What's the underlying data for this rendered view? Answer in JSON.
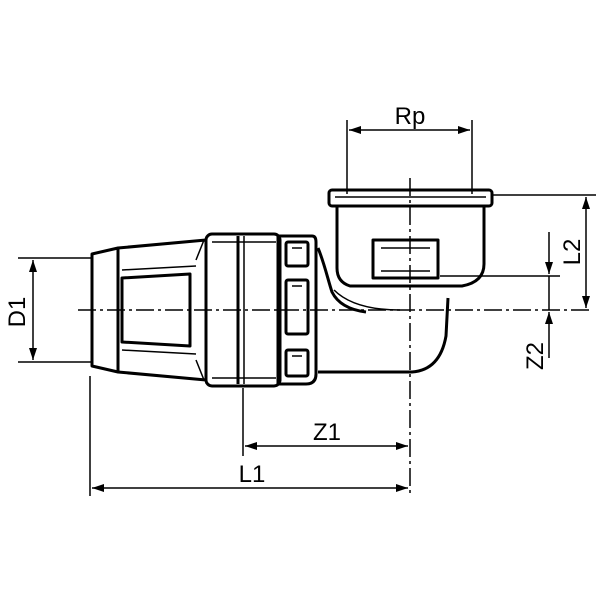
{
  "labels": {
    "rp": "Rp",
    "d1": "D1",
    "l2": "L2",
    "z2": "Z2",
    "z1": "Z1",
    "l1": "L1"
  },
  "colors": {
    "line": "#000000",
    "background": "#ffffff"
  }
}
